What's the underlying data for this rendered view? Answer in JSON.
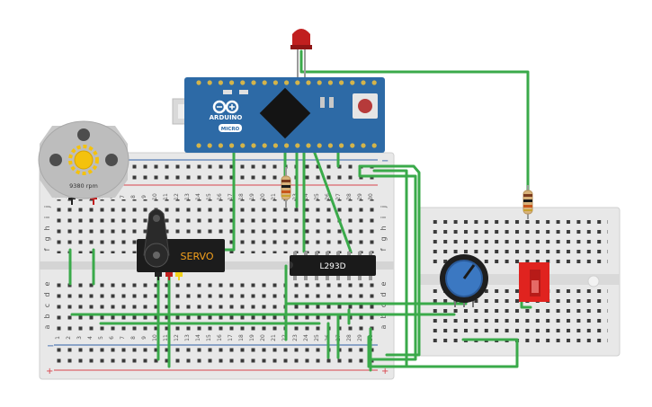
{
  "arduino": {
    "brand": "ARDUINO",
    "model": "MICRO"
  },
  "motor": {
    "speed": "9380 rpm"
  },
  "servo": {
    "label": "SERVO"
  },
  "driver_ic": {
    "label": "L293D"
  },
  "breadboard": {
    "columns": [
      "1",
      "2",
      "3",
      "4",
      "5",
      "6",
      "7",
      "8",
      "9",
      "10",
      "11",
      "12",
      "13",
      "14",
      "15",
      "16",
      "17",
      "18",
      "19",
      "20",
      "21",
      "22",
      "23",
      "24",
      "25",
      "26",
      "27",
      "28",
      "29",
      "30"
    ],
    "rows_top": [
      "j",
      "i",
      "h",
      "g",
      "f"
    ],
    "rows_bottom": [
      "e",
      "d",
      "c",
      "b",
      "a"
    ],
    "rail_minus": "−",
    "rail_plus": "+"
  },
  "colors": {
    "wire": "#3aaa4a",
    "board": "#e6e6e6",
    "arduino": "#2d6aa6",
    "rail_red": "#d9434b",
    "rail_blue": "#2f5fa8",
    "led": "#c11f1f",
    "switch": "#e0231f",
    "pot": "#3b78c2"
  }
}
